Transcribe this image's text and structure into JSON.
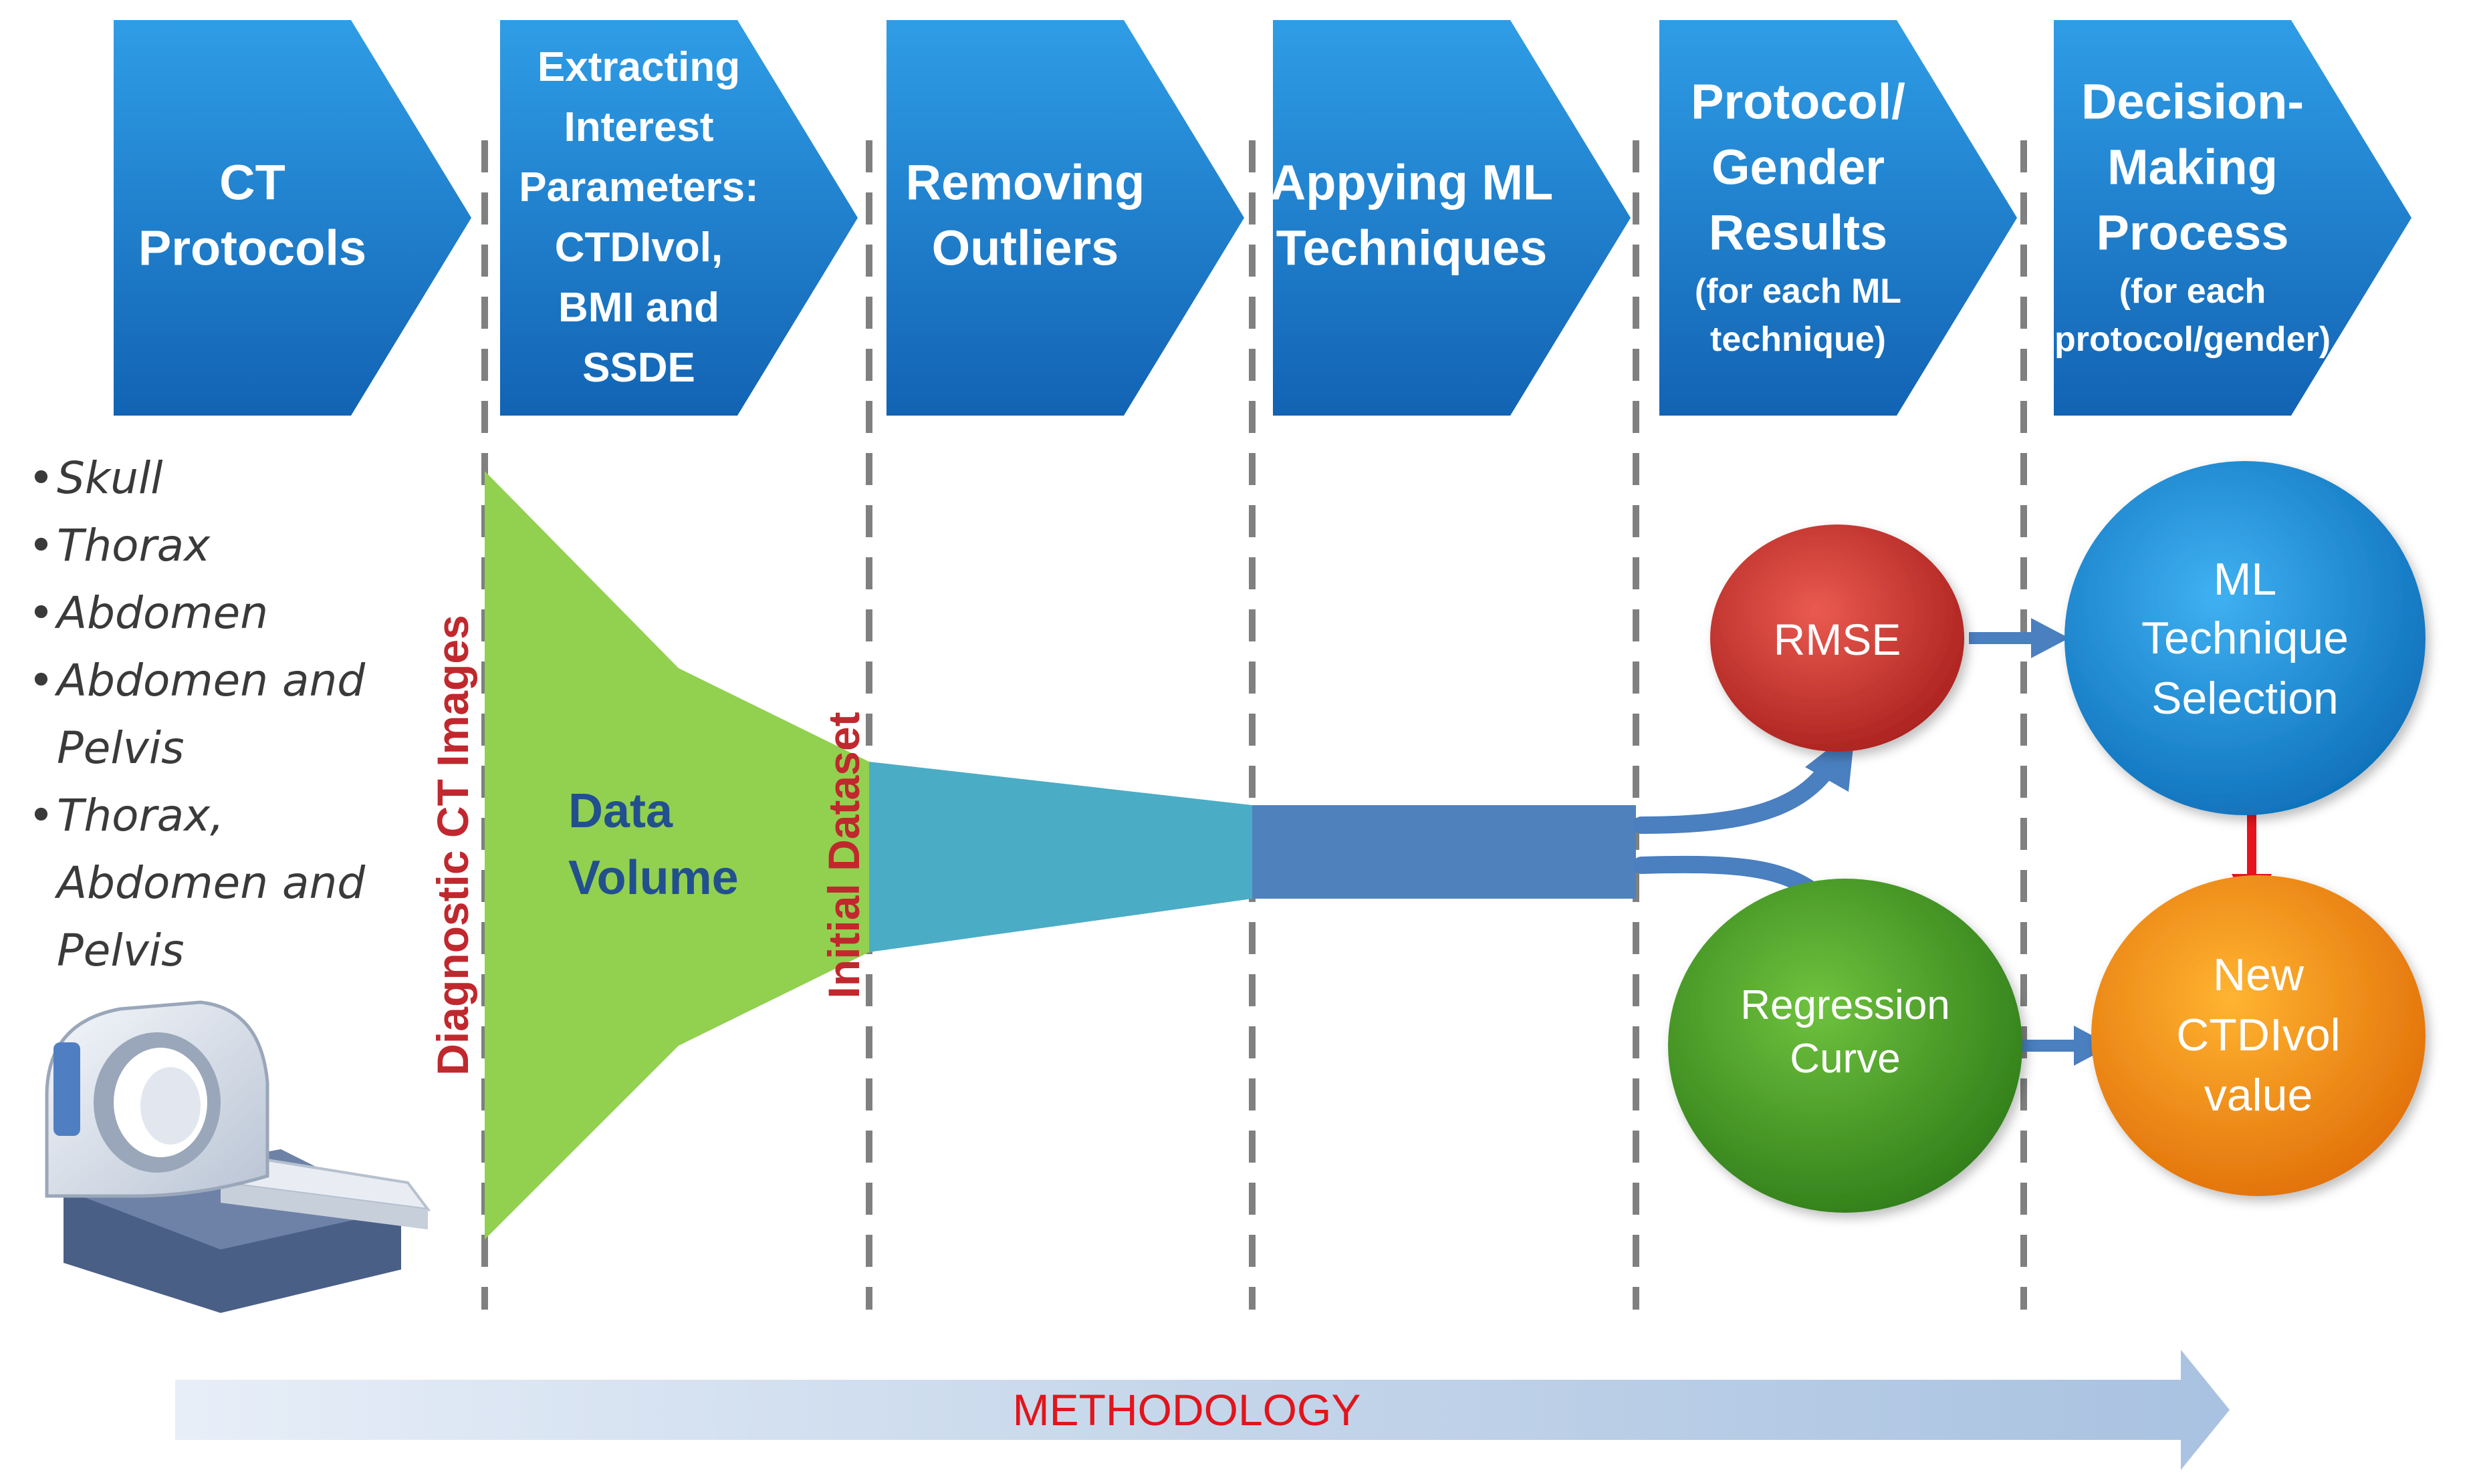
{
  "stages": [
    {
      "id": "ct-protocols",
      "title_lines": [
        "CT",
        "Protocols"
      ],
      "sub_lines": []
    },
    {
      "id": "extracting-parameters",
      "title_lines": [
        "Extracting",
        "Interest",
        "Parameters:",
        "CTDIvol,",
        "BMI and",
        "SSDE"
      ],
      "sub_lines": []
    },
    {
      "id": "removing-outliers",
      "title_lines": [
        "Removing",
        "Outliers"
      ],
      "sub_lines": []
    },
    {
      "id": "applying-ml",
      "title_lines": [
        "Appying ML",
        "Techniques"
      ],
      "sub_lines": []
    },
    {
      "id": "protocol-gender-results",
      "title_lines": [
        "Protocol/",
        "Gender",
        "Results"
      ],
      "sub_lines": [
        "(for each ML",
        "technique)"
      ]
    },
    {
      "id": "decision-making",
      "title_lines": [
        "Decision-",
        "Making",
        "Process"
      ],
      "sub_lines": [
        "(for each",
        "protocol/gender)"
      ]
    }
  ],
  "protocols": [
    {
      "bullet": "•",
      "lines": [
        "Skull"
      ]
    },
    {
      "bullet": "•",
      "lines": [
        "Thorax"
      ]
    },
    {
      "bullet": "•",
      "lines": [
        "Abdomen"
      ]
    },
    {
      "bullet": "•",
      "lines": [
        "Abdomen and",
        "Pelvis"
      ]
    },
    {
      "bullet": "•",
      "lines": [
        "Thorax,",
        "Abdomen and",
        "Pelvis"
      ]
    }
  ],
  "labels": {
    "diagnostic_images": "Diagnostic CT Images",
    "initial_dataset": "Initial Dataset",
    "data_volume_lines": [
      "Data",
      "Volume"
    ],
    "methodology": "METHODOLOGY"
  },
  "nodes": {
    "rmse": {
      "lines": [
        "RMSE"
      ],
      "color": "#c9302c"
    },
    "regression": {
      "lines": [
        "Regression",
        "Curve"
      ],
      "color": "#4a9a2a"
    },
    "ml_selection": {
      "lines": [
        "ML",
        "Technique",
        "Selection"
      ],
      "color": "#1b8bd6"
    },
    "new_ctdivol": {
      "lines": [
        "New",
        "CTDIvol",
        "value"
      ],
      "color": "#f39010"
    }
  },
  "colors": {
    "chevron_top": "#2f9de6",
    "chevron_bottom": "#1263b3",
    "funnel_green": "#92d050",
    "funnel_teal": "#4bacc6",
    "data_bar": "#4f81bd",
    "connector_blue": "#4a7fc0",
    "connector_red": "#e8141c",
    "divider": "#808080",
    "methodology_arrow": "#c5d6ea"
  },
  "icons": {
    "ct_scanner": "ct-scanner-icon"
  }
}
